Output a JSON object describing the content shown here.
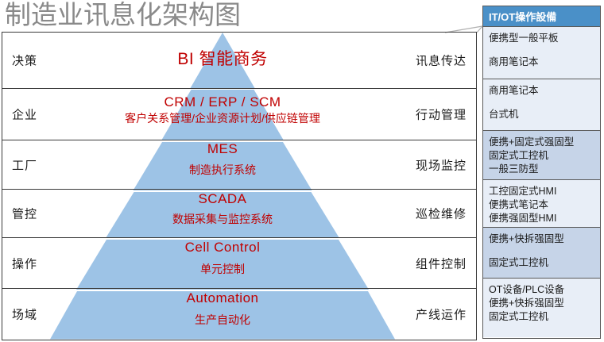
{
  "title": "制造业讯息化架构图",
  "colors": {
    "pyramid_fill": "#9DC3E6",
    "accent_red": "#C00000",
    "header_blue": "#4A90C8",
    "title_gray": "#8A8A8A",
    "shade_light": "#E8EEF7",
    "shade_dark": "#C6D4E8"
  },
  "matrix": {
    "rows": [
      {
        "stage": "决策",
        "action": "讯息传达",
        "pyramid_en": "BI 智能商务",
        "pyramid_cn": ""
      },
      {
        "stage": "企业",
        "action": "行动管理",
        "pyramid_en": "CRM / ERP / SCM",
        "pyramid_cn": "客户关系管理/企业资源计划/供应链管理"
      },
      {
        "stage": "工厂",
        "action": "现场监控",
        "pyramid_en": "MES",
        "pyramid_cn": "制造执行系统"
      },
      {
        "stage": "管控",
        "action": "巡检维修",
        "pyramid_en": "SCADA",
        "pyramid_cn": "数据采集与监控系统"
      },
      {
        "stage": "操作",
        "action": "组件控制",
        "pyramid_en": "Cell Control",
        "pyramid_cn": "单元控制"
      },
      {
        "stage": "场域",
        "action": "产线运作",
        "pyramid_en": "Automation",
        "pyramid_cn": "生产自动化"
      }
    ]
  },
  "device_panel": {
    "header": "IT/OT操作設備",
    "cells": [
      {
        "lines": [
          "便携型一般平板",
          "商用笔记本"
        ]
      },
      {
        "lines": [
          "商用笔记本",
          "台式机"
        ]
      },
      {
        "lines": [
          "便携+固定式强固型",
          "固定式工控机",
          "一般三防型"
        ]
      },
      {
        "lines": [
          "工控固定式HMI",
          "便携式笔记本",
          "便携强固型HMI"
        ]
      },
      {
        "lines": [
          "便携+快拆强固型",
          "固定式工控机"
        ]
      },
      {
        "lines": [
          "OT设备/PLC设备",
          "便携+快拆强固型",
          "固定式工控机"
        ]
      }
    ]
  }
}
